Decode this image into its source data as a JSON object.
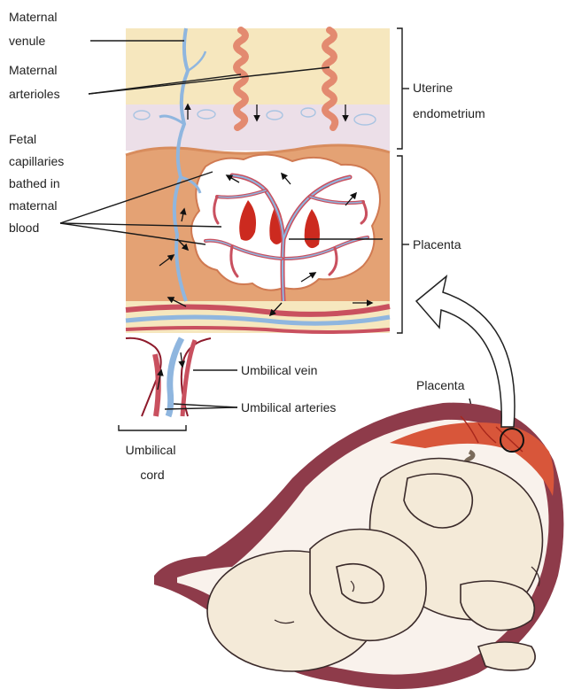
{
  "labels": {
    "maternal_venule": [
      "Maternal",
      "venule"
    ],
    "maternal_arterioles": [
      "Maternal",
      "arterioles"
    ],
    "fetal_capillaries": [
      "Fetal",
      "capillaries",
      "bathed in",
      "maternal",
      "blood"
    ],
    "uterine_endometrium": [
      "Uterine",
      "endometrium"
    ],
    "placenta_right": "Placenta",
    "umbilical_vein": "Umbilical vein",
    "umbilical_arteries": "Umbilical arteries",
    "umbilical_cord": [
      "Umbilical",
      "cord"
    ],
    "placenta_fetus": "Placenta"
  },
  "colors": {
    "endometrium": "#f6e7be",
    "endometrium_lower": "#ecdfe8",
    "placenta_tissue": "#e4a274",
    "placenta_edge": "#d88c5d",
    "maternal_blood_pool": "#cc2a1f",
    "vein_blue": "#8fb6df",
    "artery_red": "#c9505f",
    "arteriole": "#e38a70",
    "uterus_wall": "#8e3b4a",
    "fetus_skin": "#f4ead8",
    "outline": "#3a2a2a"
  }
}
